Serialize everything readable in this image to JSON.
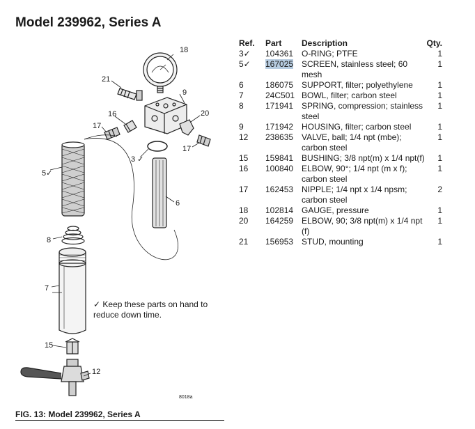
{
  "title": "Model 239962, Series A",
  "callouts": {
    "c18": "18",
    "c21": "21",
    "c9": "9",
    "c16": "16",
    "c20": "20",
    "c17a": "17",
    "c17b": "17",
    "c3": "3",
    "c5": "5",
    "c6": "6",
    "c8": "8",
    "c7": "7",
    "c15": "15",
    "c12": "12"
  },
  "keep_note": "Keep these parts on hand to reduce down time.",
  "figure_number": "8018a",
  "caption": "FIG. 13: Model 239962, Series A",
  "table": {
    "headers": {
      "ref": "Ref.",
      "part": "Part",
      "description": "Description",
      "qty": "Qty."
    },
    "rows": [
      {
        "ref": "3✓",
        "part": "104361",
        "description": "O-RING; PTFE",
        "qty": "1"
      },
      {
        "ref": "5✓",
        "part": "167025",
        "description": "SCREEN, stainless steel; 60 mesh",
        "qty": "1",
        "part_highlighted": true
      },
      {
        "ref": "6",
        "part": "186075",
        "description": "SUPPORT, filter; polyethylene",
        "qty": "1"
      },
      {
        "ref": "7",
        "part": "24C501",
        "description": "BOWL, filter; carbon steel",
        "qty": "1"
      },
      {
        "ref": "8",
        "part": "171941",
        "description": "SPRING, compression; stainless steel",
        "qty": "1"
      },
      {
        "ref": "9",
        "part": "171942",
        "description": "HOUSING, filter; carbon steel",
        "qty": "1"
      },
      {
        "ref": "12",
        "part": "238635",
        "description": "VALVE, ball; 1/4 npt (mbe); carbon steel",
        "qty": "1"
      },
      {
        "ref": "15",
        "part": "159841",
        "description": "BUSHING; 3/8 npt(m) x 1/4 npt(f)",
        "qty": "1"
      },
      {
        "ref": "16",
        "part": "100840",
        "description": "ELBOW, 90°; 1/4 npt (m x f); carbon steel",
        "qty": "1"
      },
      {
        "ref": "17",
        "part": "162453",
        "description": "NIPPLE; 1/4 npt x 1/4 npsm; carbon steel",
        "qty": "2"
      },
      {
        "ref": "18",
        "part": "102814",
        "description": "GAUGE, pressure",
        "qty": "1"
      },
      {
        "ref": "20",
        "part": "164259",
        "description": "ELBOW, 90; 3/8 npt(m) x 1/4 npt (f)",
        "qty": "1"
      },
      {
        "ref": "21",
        "part": "156953",
        "description": "STUD, mounting",
        "qty": "1"
      }
    ]
  }
}
